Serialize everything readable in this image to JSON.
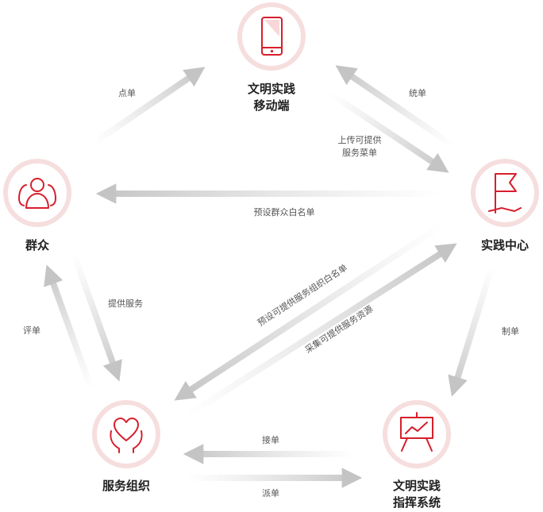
{
  "nodes": {
    "mobile": {
      "label_line1": "文明实践",
      "label_line2": "移动端"
    },
    "center": {
      "label": "实践中心"
    },
    "masses": {
      "label": "群众"
    },
    "service_org": {
      "label": "服务组织"
    },
    "command": {
      "label_line1": "文明实践",
      "label_line2": "指挥系统"
    }
  },
  "edges": {
    "dian_dan": "点单",
    "tong_dan": "统单",
    "upload_menu_line1": "上传可提供",
    "upload_menu_line2": "服务菜单",
    "preset_whitelist": "预设群众白名单",
    "preset_org_whitelist": "预设可提供服务组织白名单",
    "collect_resources": "采集可提供服务资源",
    "provide_service": "提供服务",
    "ping_dan": "评单",
    "zhi_dan": "制单",
    "jie_dan": "接单",
    "pai_dan": "派单"
  },
  "colors": {
    "accent": "#d71f2c",
    "arrow": "#c8c8c8",
    "ring": "#f6dede"
  }
}
